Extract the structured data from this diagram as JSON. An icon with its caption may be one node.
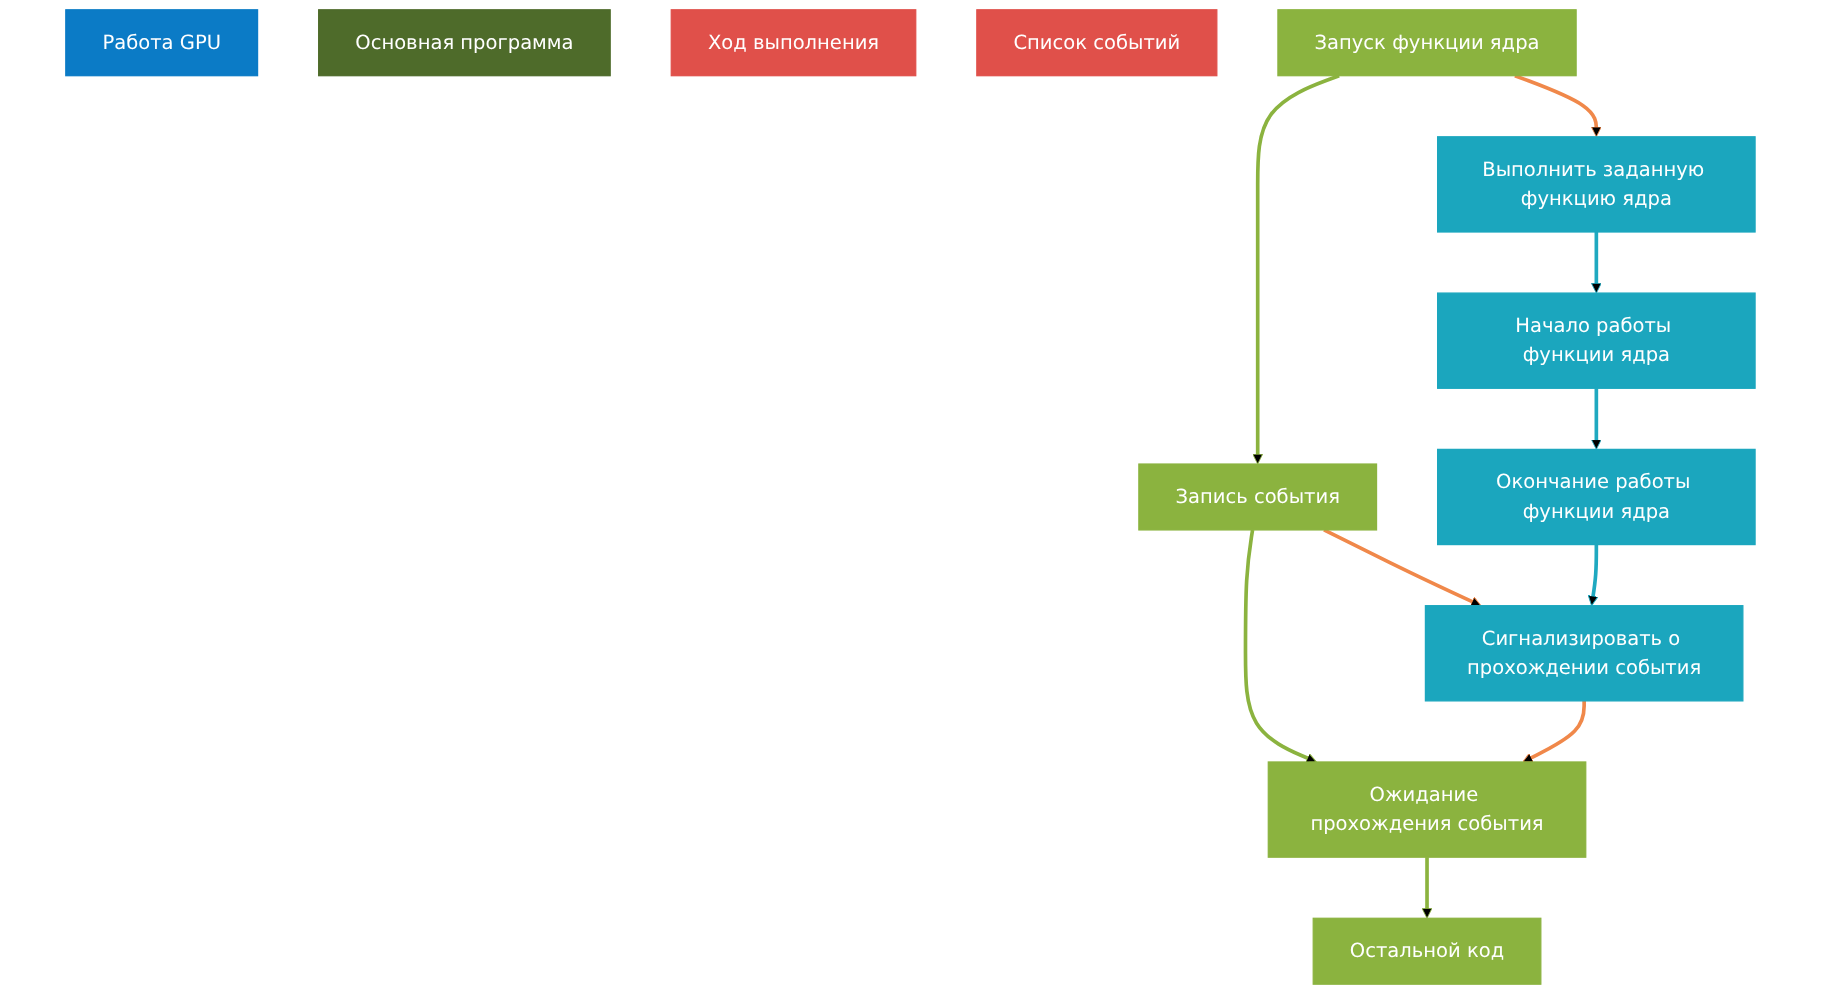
{
  "diagram": {
    "nodes": [
      {
        "text": [
          "Работа GPU"
        ]
      },
      {
        "text": [
          "Основная программа"
        ]
      },
      {
        "text": [
          "Ход выполнения"
        ]
      },
      {
        "text": [
          "Список событий"
        ]
      },
      {
        "text": [
          "Начало работы функции ядра"
        ]
      },
      {
        "text": [
          "Выполнить заданную функцию ядра"
        ]
      },
      {
        "text": [
          "Запуск функции ядра"
        ]
      },
      {
        "text": [
          "Запись события"
        ]
      },
      {
        "text": [
          "Окончание работы функции ядра"
        ]
      },
      {
        "text": [
          "Сигнализировать о прохождении события"
        ]
      },
      {
        "text": [
          "Ожидание прохождения события"
        ]
      },
      {
        "text": [
          "Остальной код"
        ]
      }
    ],
    "edges": [
      {
        "from": 6,
        "to": 5,
        "arrow": "to",
        "color": "#f0884a"
      },
      {
        "from": 5,
        "to": 4,
        "arrow": "to",
        "color": "#1fa9c0"
      },
      {
        "from": 6,
        "to": 7,
        "arrow": "to",
        "color": "#8bb33f"
      },
      {
        "from": 7,
        "to": 9,
        "arrow": "to",
        "color": "#f0884a"
      },
      {
        "from": 4,
        "to": 8,
        "arrow": "to",
        "color": "#1fa9c0"
      },
      {
        "from": 7,
        "to": 10,
        "arrow": "to",
        "color": "#8bb33f"
      },
      {
        "from": 8,
        "to": 9,
        "arrow": "to",
        "color": "#1fa9c0"
      },
      {
        "from": 9,
        "to": 10,
        "arrow": "to",
        "color": "#f0884a"
      },
      {
        "from": 10,
        "to": 11,
        "arrow": "to",
        "color": "#8bb33f"
      }
    ]
  }
}
